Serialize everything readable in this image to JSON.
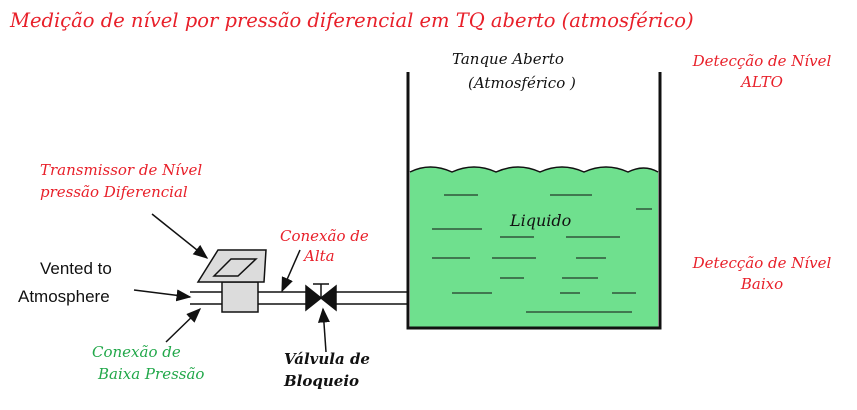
{
  "title": "Medição de nível por pressão diferencial em TQ aberto (atmosférico)",
  "tank": {
    "label_line1": "Tanque Aberto",
    "label_line2": "(Atmosférico )",
    "liquid_label": "Liquido"
  },
  "high_level": {
    "line1": "Detecção de Nível",
    "line2": "ALTO"
  },
  "low_level": {
    "line1": "Detecção de Nível",
    "line2": "Baixo"
  },
  "transmitter": {
    "line1": "Transmissor de Nível",
    "line2": "pressão Diferencial"
  },
  "high_connection": {
    "line1": "Conexão de",
    "line2": "Alta"
  },
  "vented": {
    "line1": "Vented to",
    "line2": "Atmosphere"
  },
  "low_connection": {
    "line1": "Conexão de",
    "line2": "Baixa Pressão"
  },
  "valve": {
    "line1": "Válvula de",
    "line2": "Bloqueio"
  },
  "colors": {
    "red_text": "#e8202a",
    "green_text": "#22a84a",
    "liquid": "#6fe08e",
    "stroke": "#111111",
    "transmitter_fill": "#dcdcdc"
  }
}
